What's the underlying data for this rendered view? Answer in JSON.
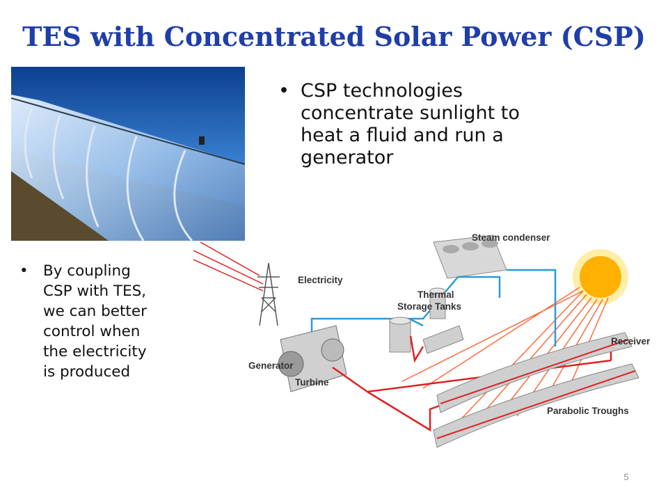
{
  "slide": {
    "title": "TES with Concentrated Solar Power (CSP)",
    "page_number": "5"
  },
  "bullets_top": [
    {
      "line1": "CSP technologies",
      "line2": "concentrate sunlight to",
      "line3": "heat a fluid and run a",
      "line4": "generator"
    }
  ],
  "bullets_left": {
    "lines": [
      "By coupling",
      "CSP with TES,",
      "we can better",
      "control when",
      "the electricity",
      "is produced"
    ]
  },
  "diagram": {
    "labels": {
      "steam_condenser": "Steam condenser",
      "electricity": "Electricity",
      "thermal": "Thermal",
      "storage_tanks": "Storage Tanks",
      "receiver": "Receiver",
      "generator": "Generator",
      "turbine": "Turbine",
      "parabolic_troughs": "Parabolic Troughs"
    },
    "colors": {
      "hot_line": "#e02020",
      "cold_line": "#2a9ad6",
      "sun": "#ffb000",
      "sky": "#1b5fb0"
    }
  }
}
